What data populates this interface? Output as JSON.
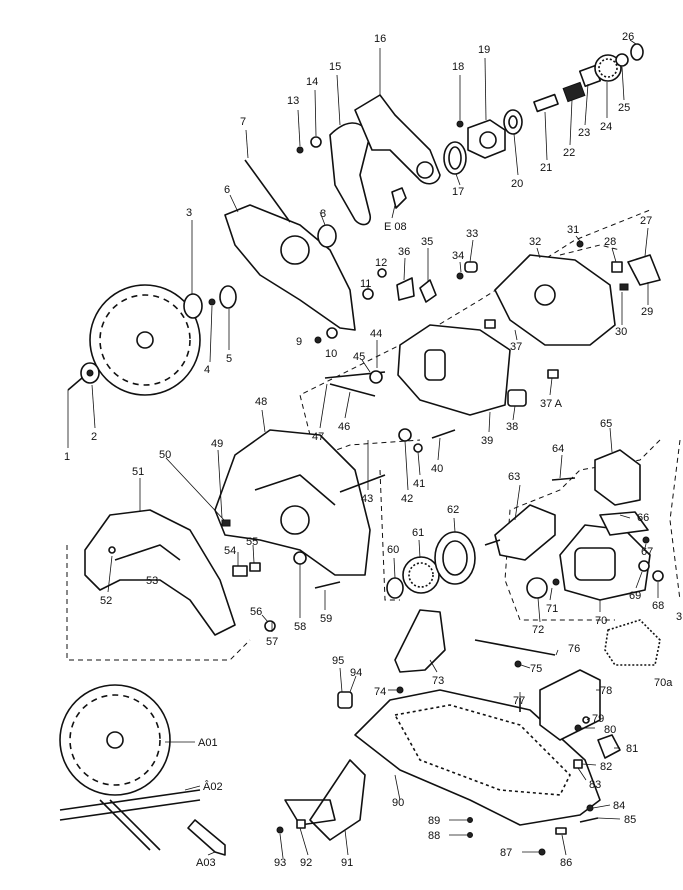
{
  "labels": {
    "p1": "1",
    "p2": "2",
    "p3": "3",
    "p4": "4",
    "p5": "5",
    "p6": "6",
    "p7": "7",
    "p8": "8",
    "p9": "9",
    "p10": "10",
    "p11": "11",
    "p12": "12",
    "p13": "13",
    "p14": "14",
    "p15": "15",
    "p16": "16",
    "p17": "17",
    "p18": "18",
    "p19": "19",
    "p20": "20",
    "p21": "21",
    "p22": "22",
    "p23": "23",
    "p24": "24",
    "p25": "25",
    "p26": "26",
    "p27": "27",
    "p28": "28",
    "p29": "29",
    "p30": "30",
    "p31": "31",
    "p32": "32",
    "p33": "33",
    "p34": "34",
    "p35": "35",
    "p36": "36",
    "p37": "37",
    "p37a": "37 A",
    "p38": "38",
    "p39": "39",
    "p40": "40",
    "p41": "41",
    "p42": "42",
    "p43": "43",
    "p44": "44",
    "p45": "45",
    "p46": "46",
    "p47": "47",
    "p48": "48",
    "p49": "49",
    "p50": "50",
    "p51": "51",
    "p52": "52",
    "p53": "53",
    "p54": "54",
    "p55": "55",
    "p56": "56",
    "p57": "57",
    "p58": "58",
    "p59": "59",
    "p60": "60",
    "p61": "61",
    "p62": "62",
    "p63": "63",
    "p64": "64",
    "p65": "65",
    "p66": "66",
    "p67": "67",
    "p68": "68",
    "p69": "69",
    "p70": "70",
    "p70a": "70a",
    "p71": "71",
    "p72": "72",
    "p73": "73",
    "p74": "74",
    "p75": "75",
    "p76": "76",
    "p77": "77",
    "p78": "78",
    "p79": "79",
    "p80": "80",
    "p81": "81",
    "p82": "82",
    "p83": "83",
    "p84": "84",
    "p85": "85",
    "p86": "86",
    "p87": "87",
    "p88": "88",
    "p89": "89",
    "p90": "90",
    "p91": "91",
    "p92": "92",
    "p93": "93",
    "p94": "94",
    "p95": "95",
    "e08": "E 08",
    "a01": "A01",
    "a02": "Â02",
    "a03": "A03",
    "edge3": "3"
  }
}
